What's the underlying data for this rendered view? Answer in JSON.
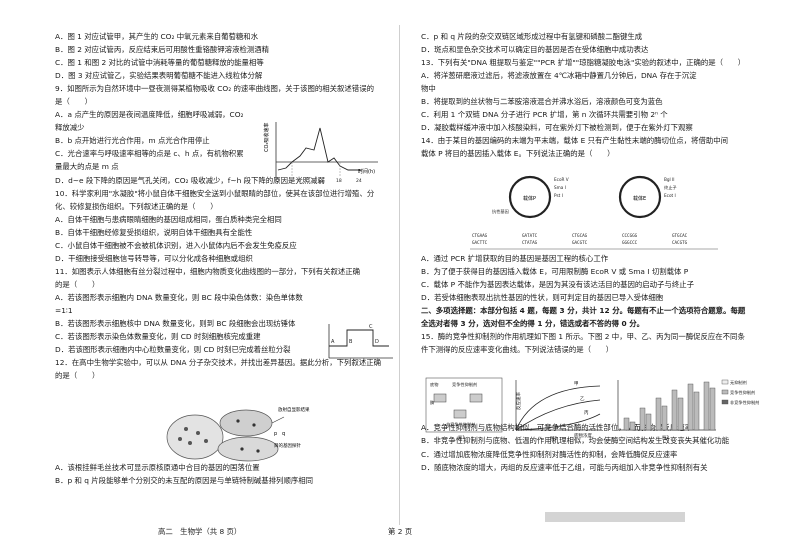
{
  "left_lines": [
    "A．图 1 对应试管甲，其产生的 CO₂ 中氧元素来自葡萄糖和水",
    "B．图 2 对应试管丙，反应结束后可用酸性重铬酸钾溶液检测酒精",
    "C．图 1 和图 2 对比的试管中消耗等量的葡萄糖释放的能量相等",
    "D．图 3 对应试管乙，实验结果表明葡萄糖不能进入线粒体分解",
    "9．如图所示为自然环境中一昼夜测得某植物吸收 CO₂ 的速率曲线图，关于该图的相关叙述错误的",
    "是（　　）",
    "A．a 点产生的原因是夜间温度降低，细胞呼吸减弱，CO₂",
    "释放减少",
    "B．b 点开始进行光合作用，m 点光合作用停止",
    "C．光合速率与呼吸速率相等的点是 c、h 点，有机物积累",
    "量最大的点是 m 点",
    "D．d~e 段下降的原因是气孔关闭，CO₂ 吸收减少，f~h 段下降的原因是光照减弱",
    "10．科学家利用\"水凝胶\"将小鼠自体干细胞安全送到小鼠眼睛的部位，使其在该部位进行增殖、分",
    "化、较修复损伤组织。下列叙述正确的是（　　）",
    "A．自体干细胞与患病眼睛细胞的基因组成相同，蛋白质种类完全相同",
    "B．自体干细胞经修复受损组织，说明自体干细胞具有全能性",
    "C．小鼠自体干细胞被不会被机体识别，进入小鼠体内后不会发生免疫反应",
    "D．干细胞接受细胞信号转导等，可以分化成各种细胞或组织",
    "11．如图表示人体细胞有丝分裂过程中，细胞内物质变化曲线图的一部分，下列有关叙述正确",
    "的是（　　）",
    "A．若该图形表示细胞内 DNA 数量变化，则 BC 段中染色体数：染色单体数",
    "=1∶1",
    "B．若该图形表示细胞核中 DNA 数量变化，则到 BC 段细胞会出现纺锤体",
    "C．若该图形表示染色体数量变化，则 CD 时刻细胞核完成重建",
    "D．若该图形表示细胞内中心粒数量变化，则 CD 时刻已完成着丝粒分裂",
    "12．在高中生物学实验中，可以从 DNA 分子杂交技术，并找出差异基因。据此分析，下列叙述正确",
    "的是（　　）",
    "",
    "",
    "",
    "",
    "",
    "",
    "A．该根挂鲜毛丝技术可显示原核原通中合目的基因的国落位置",
    "B．p 和 q 片段能够单个分别交的未互配的原因是与单链特制碱基排列顺序相同"
  ],
  "right_lines": [
    "C．p 和 q 片段的杂交双链区域形成过程中有氢键和磷酸二酯键生成",
    "D．斑点和显色杂交技术可以确定目的基因是否在受体细胞中成功表达",
    "13．下列有关\"DNA 粗提取与鉴定\"\"PCR 扩增\"\"琼脂糖凝胶电泳\"实验的叙述中，正确的是（　　）",
    "A．将洋葱研磨液过滤后，将滤液放置在 4℃冰箱中静置几分钟后，DNA 存在于沉淀",
    "物中",
    "B．将提取到的丝状物与二苯胺溶液混合并沸水浴后，溶液颜色可变为蓝色",
    "C．利用 1 个双链 DNA 分子进行 PCR 扩增，第 n 次循环共需要引物 2ⁿ 个",
    "D．凝胶载样缓冲液中加入核酸染料，可在紫外灯下被检测到，便于在紫外灯下观察",
    "14．由于某目的基因编码的末端为平末端，载体 E 只有产生黏性末端的酶切位点，将借助中间",
    "载体 P 将目的基因插入载体 E。下列说法正确的是（　　）",
    "",
    "",
    "",
    "",
    "",
    "",
    "",
    "A．通过 PCR 扩增获取的目的基因是基因工程的核心工作",
    "B．为了便于获得目的基因插入载体 E，可用限制酶 EcoR V 或 Sma I 切割载体 P",
    "C．载体 P 不能作为基因表达载体，是因为其没有该达活目的基因的启动子与终止子",
    "D．若受体细胞表现出抗性基因的性状，则可判定目的基因已导入受体细胞",
    "二、多项选择题：本部分包括 4 题，每题 3 分，共计 12 分。每题有不止一个选项符合题意。每题",
    "全选对者得 3 分，选对但不全的得 1 分，错选或者不答的得 0 分。",
    "15．酶的竞争性抑制剂的作用机理如下图 1 所示。下图 2 中，甲、乙、丙为同一酶促反应在不同条",
    "件下测得的反应速率变化曲线。下列说法错误的是（　　）",
    "",
    "",
    "",
    "",
    "",
    "A．竞争性抑制剂与底物结构相似，可竞争结合酶的活性部位，从而影响促反应速率",
    "B．非竞争性抑制剂与底物、低温的作用机理相似，均会使酶空间结构发生改变丧失其催化功能",
    "C．通过增加底物浓度降低竞争性抑制剂对酶活性的抑制，会降低酶促反应速率",
    "D．随底物浓度的增大，丙组的反应速率低于乙组，可能与丙组加入非竞争性抑制剂有关"
  ],
  "fig9": {
    "ylabel": "CO₂吸收速率",
    "xlabel": "时间(h)",
    "ticks": [
      "0",
      "6",
      "12",
      "18",
      "24"
    ],
    "points": [
      "a",
      "b",
      "c",
      "d",
      "e",
      "f",
      "g",
      "h",
      "m"
    ]
  },
  "fig11": {
    "labels": [
      "A",
      "B",
      "C",
      "D"
    ]
  },
  "fig12": {
    "caption": "放射自显影结果",
    "labels": [
      "p",
      "q",
      "目的基因探针"
    ]
  },
  "fig14": {
    "site_labels": [
      "EcoR V",
      "Sma I",
      "Pst I",
      "Bgl II",
      "终止子",
      "Ecot I"
    ],
    "label_p": "载体P",
    "label_e": "载体E",
    "label_resist": "抗性基因",
    "seqs": [
      "CTGAAG",
      "GACTTC",
      "GATATC",
      "CTATAG",
      "CTGCAG",
      "GACGTC",
      "CCCGGG",
      "GGGCCC",
      "GTGCAC",
      "CACGTG"
    ]
  },
  "fig15": {
    "fig1_label": "图1",
    "fig2_label": "图2",
    "fig3_label": "图3",
    "labels": [
      "底物",
      "酶",
      "竞争性抑制剂",
      "非竞争性抑制剂"
    ],
    "curves": [
      "甲",
      "乙",
      "丙"
    ],
    "xlabel": "底物浓度",
    "ylabel": "反应速率",
    "legend": [
      "无抑制剂",
      "竞争性抑制剂",
      "非竞争性抑制剂"
    ]
  },
  "footer": {
    "left": "高二　生物学（共 8 页）",
    "right": "第 2 页"
  }
}
